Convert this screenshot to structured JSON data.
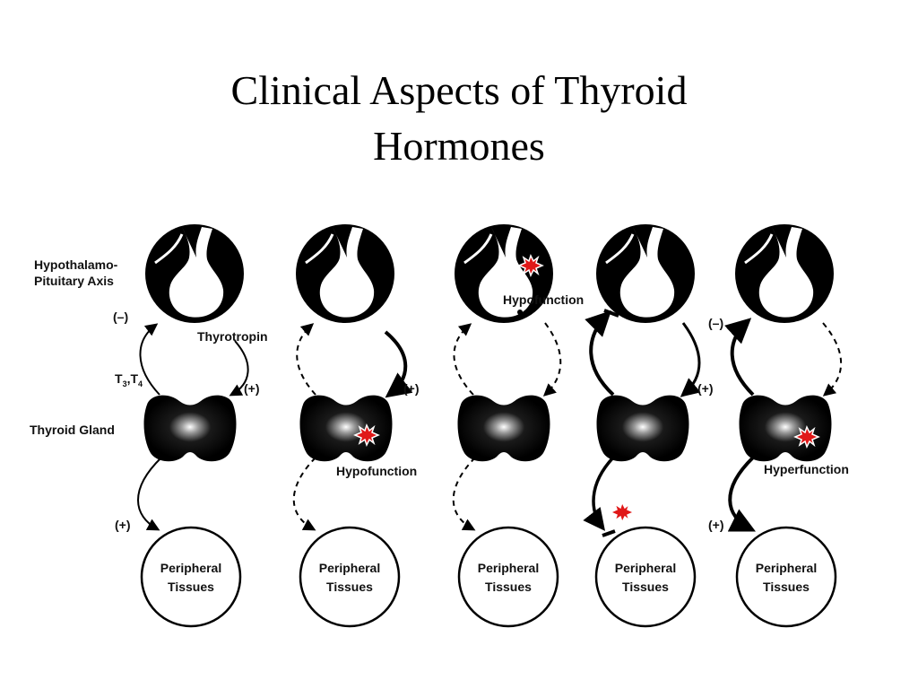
{
  "slide": {
    "title_line1": "Clinical Aspects of Thyroid",
    "title_line2": "Hormones"
  },
  "labels": {
    "axis": [
      "Hypothalamo-",
      "Pituitary Axis"
    ],
    "thyroid_gland": "Thyroid Gland",
    "thyrotropin": "Thyrotropin",
    "t3": "T",
    "t3_sub": "3",
    "t4": ",T",
    "t4_sub": "4",
    "minus": "(–)",
    "plus": "(+)"
  },
  "columns": [
    {
      "tissue": [
        "Peripheral",
        "Tissues"
      ],
      "condition": ""
    },
    {
      "tissue": [
        "Peripheral",
        "Tissues"
      ],
      "condition": "Hypofunction"
    },
    {
      "tissue": [
        "Peripheral",
        "Tissues"
      ],
      "condition": "Hypofunction"
    },
    {
      "tissue": [
        "Peripheral",
        "Tissues"
      ],
      "condition": ""
    },
    {
      "tissue": [
        "Peripheral",
        "Tissues"
      ],
      "condition": "Hyperfunction"
    }
  ],
  "colors": {
    "ink": "#000000",
    "lesion_red": "#e01818",
    "background": "#ffffff"
  }
}
